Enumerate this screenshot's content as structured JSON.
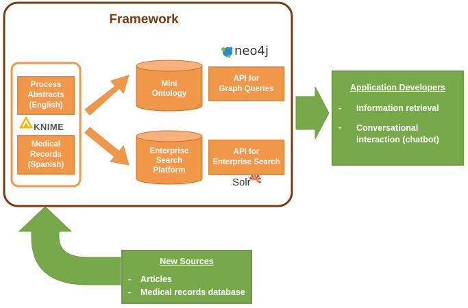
{
  "framework": {
    "title": "Framework"
  },
  "sources_panel": {
    "process_abstracts": "Process\nAbstracts\n(English)",
    "knime_logo": "KNIME",
    "medical_records": "Medical\nRecords\n(Spanish)"
  },
  "stores": {
    "ontology": "Mini\nOntology",
    "search_platform": "Enterprise\nSearch\nPlatform"
  },
  "apis": {
    "graph": "API for\nGraph Queries",
    "search": "API for\nEnterprise Search"
  },
  "logos": {
    "neo4j": "neo4j",
    "solr": "Solr"
  },
  "app_developers": {
    "title": "Application Developers",
    "items": [
      "Information retrieval",
      "Conversational\ninteraction (chatbot)"
    ],
    "bullet": "-"
  },
  "new_sources": {
    "title": "New Sources",
    "items": [
      "Articles",
      "Medical records database"
    ],
    "bullet": "-"
  },
  "colors": {
    "framework_border": "#7b3b12",
    "title": "#7b3b12",
    "orange": "#f0974a",
    "green": "#77a94a"
  }
}
